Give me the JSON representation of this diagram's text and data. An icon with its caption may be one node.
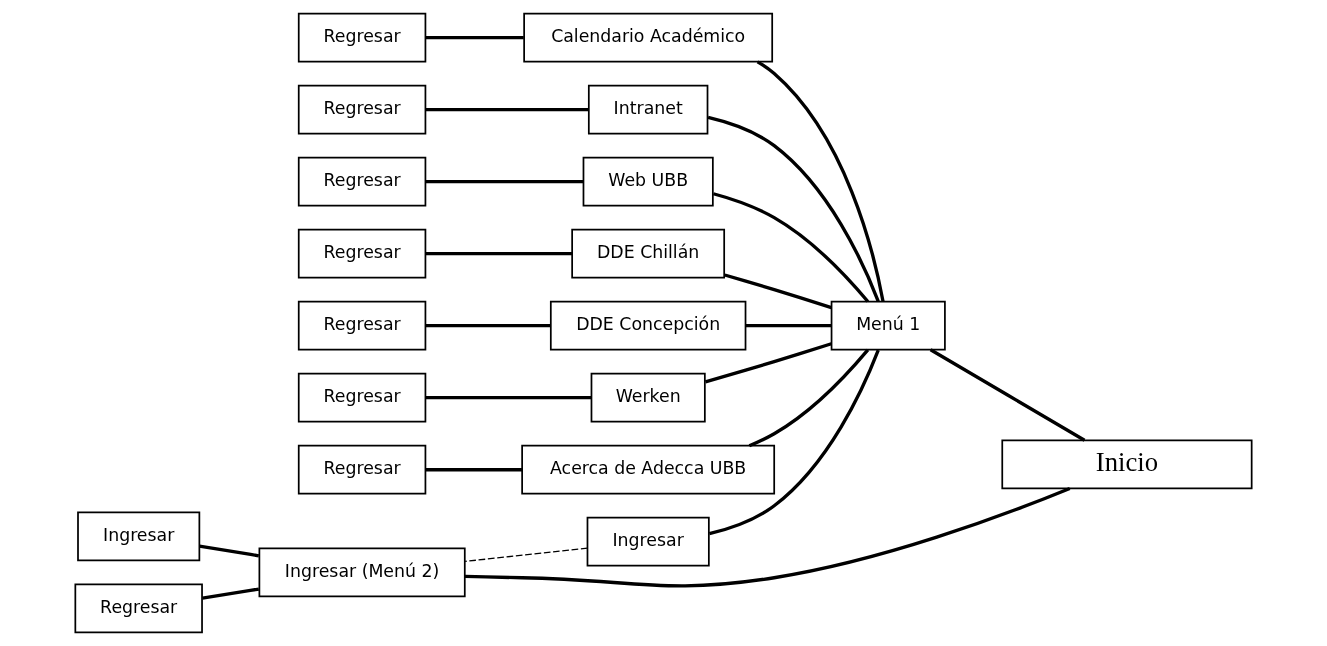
{
  "diagram": {
    "nodes": [
      {
        "text": [
          "Inicio"
        ]
      },
      {
        "text": [
          "Menú 1"
        ]
      },
      {
        "text": [
          "Regresar"
        ]
      },
      {
        "text": [
          "Calendario Académico"
        ]
      },
      {
        "text": [
          "Regresar"
        ]
      },
      {
        "text": [
          "Intranet"
        ]
      },
      {
        "text": [
          "Regresar"
        ]
      },
      {
        "text": [
          "Web UBB"
        ]
      },
      {
        "text": [
          "Regresar"
        ]
      },
      {
        "text": [
          "DDE Chillán"
        ]
      },
      {
        "text": [
          "Regresar"
        ]
      },
      {
        "text": [
          "DDE Concepción"
        ]
      },
      {
        "text": [
          "Regresar"
        ]
      },
      {
        "text": [
          "Werken"
        ]
      },
      {
        "text": [
          "Regresar"
        ]
      },
      {
        "text": [
          "Acerca de Adecca UBB"
        ]
      },
      {
        "text": [
          "Ingresar"
        ]
      },
      {
        "text": [
          "Ingresar (Menú 2)"
        ]
      },
      {
        "text": [
          "Ingresar"
        ]
      },
      {
        "text": [
          "Regresar"
        ]
      }
    ],
    "edges": [
      {
        "from": 0,
        "to": 1,
        "arrow": "none"
      },
      {
        "from": 0,
        "to": 17,
        "arrow": "none"
      },
      {
        "from": 1,
        "to": 3,
        "arrow": "none"
      },
      {
        "from": 1,
        "to": 5,
        "arrow": "none"
      },
      {
        "from": 1,
        "to": 7,
        "arrow": "none"
      },
      {
        "from": 1,
        "to": 9,
        "arrow": "none"
      },
      {
        "from": 1,
        "to": 11,
        "arrow": "none"
      },
      {
        "from": 1,
        "to": 13,
        "arrow": "none"
      },
      {
        "from": 1,
        "to": 15,
        "arrow": "none"
      },
      {
        "from": 3,
        "to": 2,
        "arrow": "none"
      },
      {
        "from": 5,
        "to": 4,
        "arrow": "none"
      },
      {
        "from": 7,
        "to": 6,
        "arrow": "none"
      },
      {
        "from": 9,
        "to": 8,
        "arrow": "none"
      },
      {
        "from": 11,
        "to": 10,
        "arrow": "none"
      },
      {
        "from": 13,
        "to": 12,
        "arrow": "none"
      },
      {
        "from": 15,
        "to": 14,
        "arrow": "none"
      },
      {
        "from": 1,
        "to": 16,
        "arrow": "none"
      },
      {
        "from": 16,
        "to": 17,
        "arrow": "none",
        "style": "dashed"
      },
      {
        "from": 17,
        "to": 18,
        "arrow": "none"
      },
      {
        "from": 17,
        "to": 19,
        "arrow": "none"
      }
    ]
  }
}
